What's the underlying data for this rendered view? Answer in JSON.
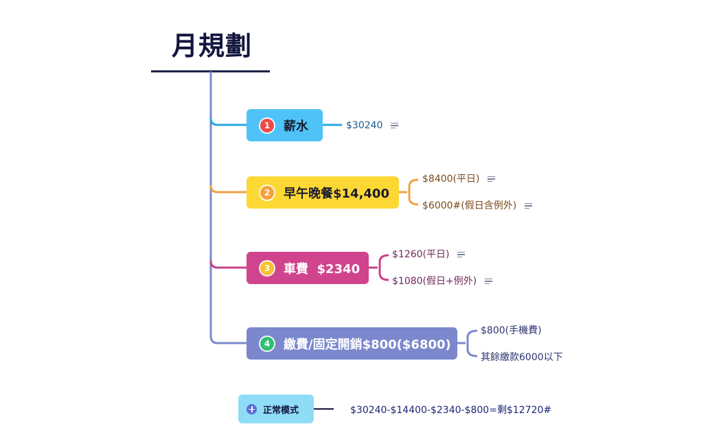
{
  "title": "月規劃",
  "branches": [
    {
      "badge": "1",
      "label": "薪水",
      "color": "#4fc3f7",
      "badge_color": "#f04a45",
      "line_color": "#29a8e0",
      "leaf_color": "#1e5a8a",
      "leaves": [
        {
          "text": "$30240",
          "has_note": true
        }
      ]
    },
    {
      "badge": "2",
      "label": "早午晚餐$14,400",
      "color": "#fdd835",
      "badge_color": "#f5a13b",
      "line_color": "#f0a046",
      "leaf_color": "#7a4a1c",
      "leaves": [
        {
          "text": "$8400(平日)",
          "has_note": true
        },
        {
          "text": "$6000#(假日含例外)",
          "has_note": true
        }
      ]
    },
    {
      "badge": "3",
      "label": "車費  $2340",
      "color": "#d0448e",
      "badge_color": "#f7c230",
      "line_color": "#c93f8a",
      "leaf_color": "#6e2a55",
      "leaves": [
        {
          "text": "$1260(平日)",
          "has_note": true
        },
        {
          "text": "$1080(假日+例外)",
          "has_note": true
        }
      ]
    },
    {
      "badge": "4",
      "label": "繳費/固定開銷$800($6800)",
      "color": "#7b88cd",
      "badge_color": "#2fbf71",
      "line_color": "#7b88cd",
      "leaf_color": "#2c3470",
      "leaves": [
        {
          "text": "$800(手機費)",
          "has_note": false
        },
        {
          "text": "其餘繳款6000以下",
          "has_note": false
        }
      ]
    }
  ],
  "mode": {
    "icon": "plus-circle-icon",
    "label": "正常模式",
    "formula": "$30240-$14400-$2340-$800=剩$12720#"
  },
  "colors": {
    "title": "#12153d",
    "trunk": "#7b88cd",
    "mode_node": "#8fdcf7",
    "formula": "#1c2475"
  }
}
